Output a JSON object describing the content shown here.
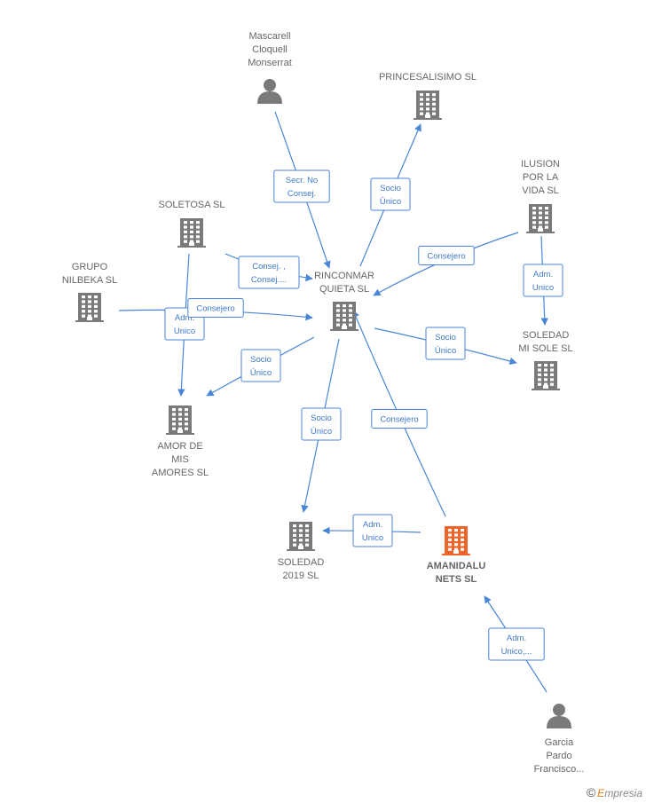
{
  "nodes": [
    {
      "id": "mascarell",
      "type": "person",
      "lines": [
        "Mascarell",
        "Cloquell",
        "Monserrat"
      ],
      "highlight": false
    },
    {
      "id": "princesalisimo",
      "type": "company",
      "lines": [
        "PRINCESALISIMO SL"
      ],
      "highlight": false
    },
    {
      "id": "ilusion",
      "type": "company",
      "lines": [
        "ILUSION",
        "POR LA",
        "VIDA  SL"
      ],
      "highlight": false
    },
    {
      "id": "soletosa",
      "type": "company",
      "lines": [
        "SOLETOSA  SL"
      ],
      "highlight": false
    },
    {
      "id": "grupo",
      "type": "company",
      "lines": [
        "GRUPO",
        "NILBEKA  SL"
      ],
      "highlight": false
    },
    {
      "id": "rinconmar",
      "type": "company",
      "lines": [
        "RINCONMAR",
        "QUIETA SL"
      ],
      "highlight": false
    },
    {
      "id": "soledad_mi_sole",
      "type": "company",
      "lines": [
        "SOLEDAD",
        "MI SOLE  SL"
      ],
      "highlight": false
    },
    {
      "id": "amor",
      "type": "company",
      "lines": [
        "AMOR DE",
        "MIS",
        "AMORES  SL"
      ],
      "highlight": false
    },
    {
      "id": "soledad2019",
      "type": "company",
      "lines": [
        "SOLEDAD",
        "2019  SL"
      ],
      "highlight": false
    },
    {
      "id": "amanidalu",
      "type": "company",
      "lines": [
        "AMANIDALU",
        "NETS  SL"
      ],
      "highlight": true
    },
    {
      "id": "garcia",
      "type": "person",
      "lines": [
        "Garcia",
        "Pardo",
        "Francisco..."
      ],
      "highlight": false
    }
  ],
  "edges": [
    {
      "from": "mascarell",
      "to": "rinconmar",
      "label": [
        "Secr.  No",
        "Consej."
      ]
    },
    {
      "from": "rinconmar",
      "to": "princesalisimo",
      "label": [
        "Socio",
        "Único"
      ]
    },
    {
      "from": "ilusion",
      "to": "rinconmar",
      "label": [
        "Consejero"
      ]
    },
    {
      "from": "ilusion",
      "to": "soledad_mi_sole",
      "label": [
        "Adm.",
        "Unico"
      ]
    },
    {
      "from": "soletosa",
      "to": "rinconmar",
      "label": [
        "Consej. ,",
        "Consej...."
      ]
    },
    {
      "from": "soletosa",
      "to": "amor",
      "label": [
        "Adm.",
        "Unico"
      ]
    },
    {
      "from": "grupo",
      "to": "rinconmar",
      "label": [
        "Consejero"
      ]
    },
    {
      "from": "rinconmar",
      "to": "soledad_mi_sole",
      "label": [
        "Socio",
        "Único"
      ]
    },
    {
      "from": "rinconmar",
      "to": "amor",
      "label": [
        "Socio",
        "Único"
      ]
    },
    {
      "from": "rinconmar",
      "to": "soledad2019",
      "label": [
        "Socio",
        "Único"
      ]
    },
    {
      "from": "amanidalu",
      "to": "rinconmar",
      "label": [
        "Consejero"
      ]
    },
    {
      "from": "amanidalu",
      "to": "soledad2019",
      "label": [
        "Adm.",
        "Unico"
      ]
    },
    {
      "from": "garcia",
      "to": "amanidalu",
      "label": [
        "Adm.",
        "Unico,..."
      ]
    }
  ],
  "colors": {
    "edge": "#4a86d8",
    "node": "#7a7a7a",
    "highlight": "#f0642a"
  },
  "icons": {
    "person": "person-icon",
    "company": "building-icon"
  },
  "credit": {
    "symbol": "©",
    "brand_first": "E",
    "brand_rest": "mpresia"
  }
}
